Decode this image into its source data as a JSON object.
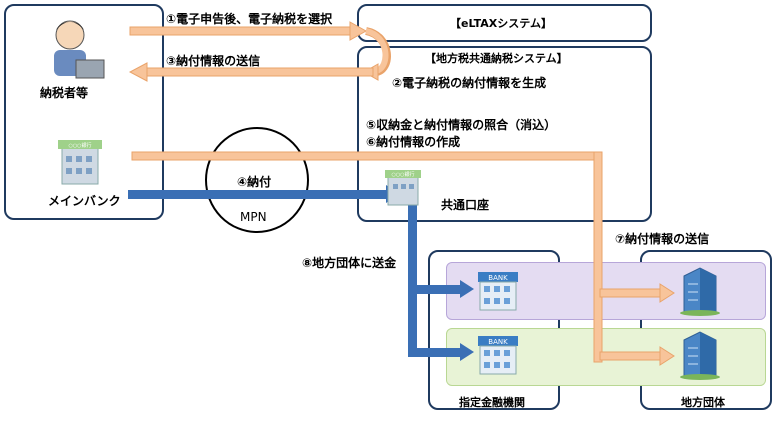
{
  "taxpayer": {
    "label": "納税者等"
  },
  "main_bank": {
    "label": "メインバンク"
  },
  "mpn": {
    "label": "MPN",
    "payment_label": "④納付"
  },
  "eltax": {
    "title": "【eLTAXシステム】"
  },
  "common_system": {
    "title": "【地方税共通納税システム】"
  },
  "common_account": {
    "label": "共通口座"
  },
  "designated_bank": {
    "label": "指定金融機関"
  },
  "local_government": {
    "label": "地方団体"
  },
  "bank_sign": "BANK",
  "bank_roof_text": "○○○銀行",
  "steps": {
    "s1": "①電子申告後、電子納税を選択",
    "s2": "②電子納税の納付情報を生成",
    "s3": "③納付情報の送信",
    "s5": "⑤収納金と納付情報の照合（消込）",
    "s6": "⑥納付情報の作成",
    "s7": "⑦納付情報の送信",
    "s8": "⑧地方団体に送金"
  },
  "colors": {
    "frame": "#1f3a5f",
    "orange_arrow": "#f8c49a",
    "orange_edge": "#e9a36a",
    "blue_arrow": "#3a6fb5",
    "purple_band": "#e4dcf2",
    "green_band": "#e8f3d6"
  }
}
